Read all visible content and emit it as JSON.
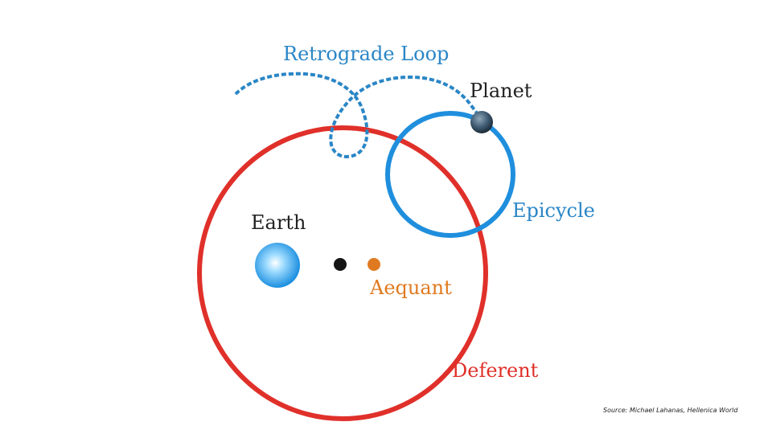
{
  "diagram": {
    "labels": {
      "retrograde_loop": "Retrograde Loop",
      "planet": "Planet",
      "epicycle": "Epicycle",
      "earth": "Earth",
      "aequant": "Aequant",
      "deferent": "Deferent"
    },
    "colors": {
      "deferent": "#e0302a",
      "epicycle": "#1f8fdd",
      "loop_label": "#2a86c6",
      "dark_label": "#222222",
      "aequant": "#e07a20",
      "center_dot": "#151515"
    }
  },
  "source": "Source: Michael Lahanas, Hellenica World"
}
